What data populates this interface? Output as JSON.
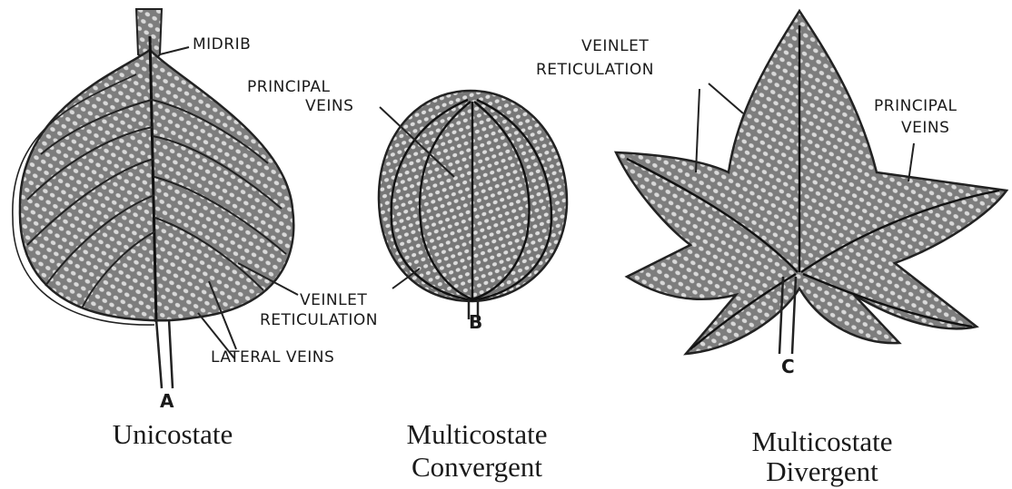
{
  "labels": {
    "midrib": "MIDRIB",
    "principal_veins_b": [
      "PRINCIPAL",
      "VEINS"
    ],
    "veinlet_reticulation_a": [
      "VEINLET",
      "RETICULATION"
    ],
    "lateral_veins": "LATERAL VEINS",
    "veinlet_reticulation_c": [
      "VEINLET",
      "RETICULATION"
    ],
    "principal_veins_c": [
      "PRINCIPAL",
      "VEINS"
    ]
  },
  "figures": {
    "a": {
      "letter": "A",
      "caption": [
        "Unicostate"
      ]
    },
    "b": {
      "letter": "B",
      "caption": [
        "Multicostate",
        "Convergent"
      ]
    },
    "c": {
      "letter": "C",
      "caption": [
        "Multicostate",
        "Divergent"
      ]
    }
  },
  "colors": {
    "ink": "#1a1a1a",
    "leaf_fill": "#8c8c8c",
    "paper": "#ffffff"
  }
}
